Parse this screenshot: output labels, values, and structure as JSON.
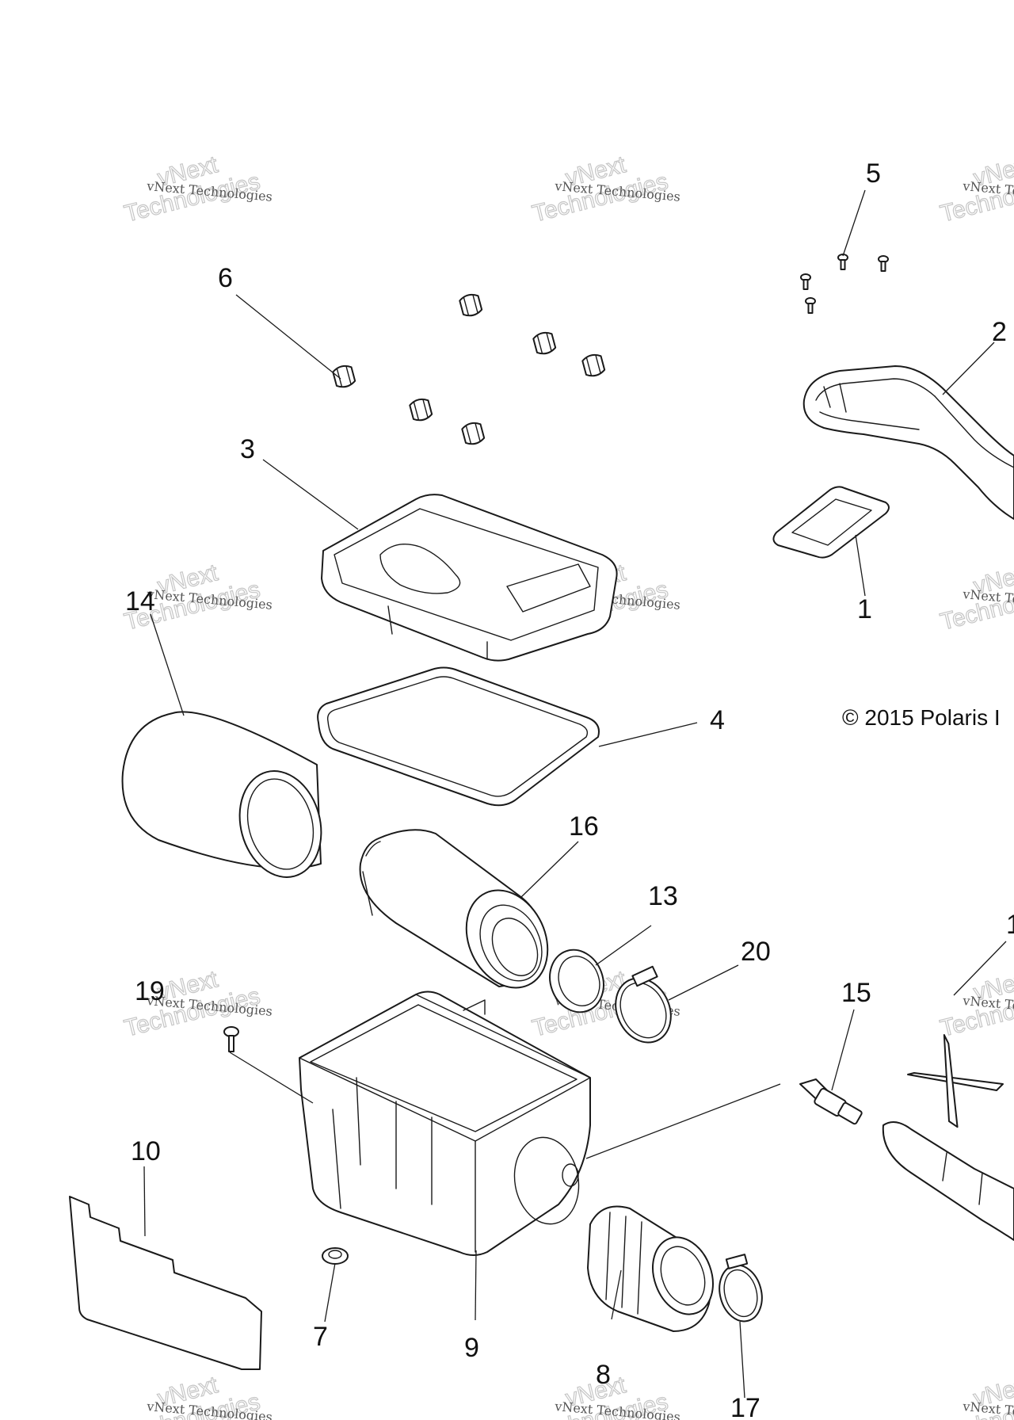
{
  "copyright": "© 2015 Polaris I",
  "callouts": [
    "1",
    "2",
    "3",
    "4",
    "5",
    "6",
    "7",
    "8",
    "9",
    "10",
    "13",
    "14",
    "15",
    "16",
    "17",
    "19",
    "20"
  ],
  "partial_callout": "1",
  "watermark": {
    "line1": "vNext Technologies",
    "line2": "vNext",
    "line3": "Technologies"
  }
}
